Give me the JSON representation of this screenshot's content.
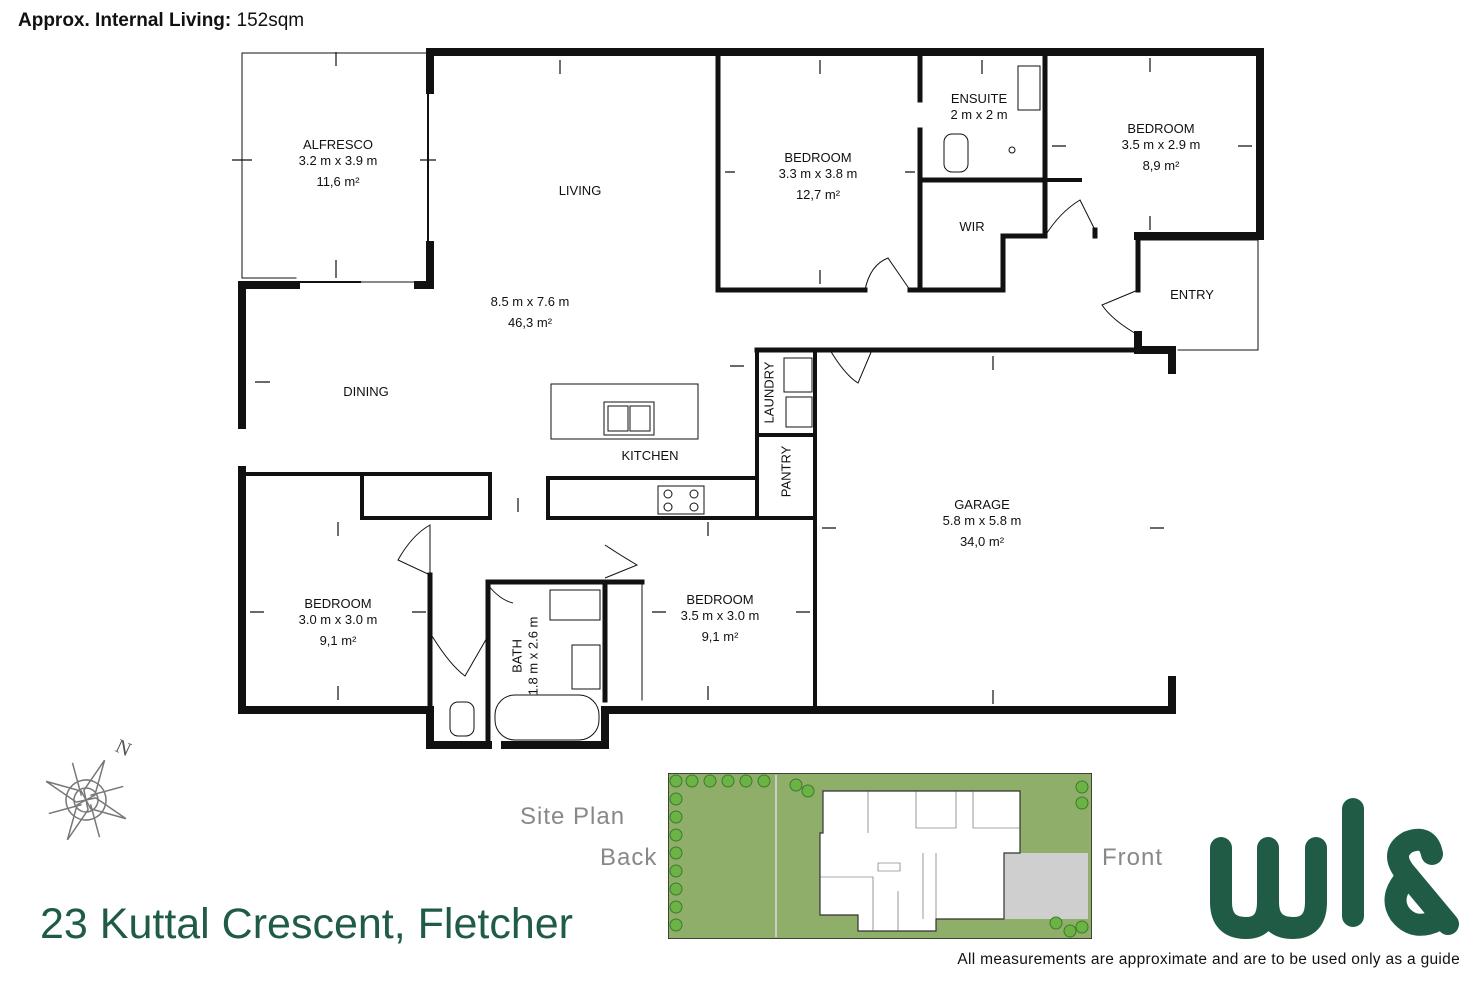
{
  "header": {
    "label": "Approx. Internal Living:",
    "value": "152sqm"
  },
  "rooms": {
    "alfresco": {
      "name": "ALFRESCO",
      "dims": "3.2 m x 3.9 m",
      "area": "11,6 m²"
    },
    "living": {
      "name": "LIVING",
      "dims": "8.5 m x 7.6 m",
      "area": "46,3 m²"
    },
    "dining": {
      "name": "DINING"
    },
    "kitchen": {
      "name": "KITCHEN"
    },
    "bedroom_master": {
      "name": "BEDROOM",
      "dims": "3.3 m x 3.8 m",
      "area": "12,7 m²"
    },
    "ensuite": {
      "name": "ENSUITE",
      "dims": "2 m x 2 m"
    },
    "wir": {
      "name": "WIR"
    },
    "bedroom_front": {
      "name": "BEDROOM",
      "dims": "3.5 m x 2.9 m",
      "area": "8,9 m²"
    },
    "entry": {
      "name": "ENTRY"
    },
    "laundry": {
      "name": "LAUNDRY"
    },
    "pantry": {
      "name": "PANTRY"
    },
    "garage": {
      "name": "GARAGE",
      "dims": "5.8 m x 5.8 m",
      "area": "34,0 m²"
    },
    "bedroom_back": {
      "name": "BEDROOM",
      "dims": "3.0 m x 3.0 m",
      "area": "9,1 m²"
    },
    "bath": {
      "name": "BATH",
      "dims": "1.8 m x 2.6 m"
    },
    "bedroom_mid": {
      "name": "BEDROOM",
      "dims": "3.5 m x 3.0 m",
      "area": "9,1 m²"
    }
  },
  "address": "23 Kuttal Crescent, Fletcher",
  "site_plan": {
    "title": "Site Plan",
    "back": "Back",
    "front": "Front"
  },
  "compass_label": "N",
  "disclaimer": "All measurements are approximate and are to be used only as a guide",
  "colors": {
    "wall": "#111111",
    "brand": "#1f5b45",
    "lawn": "#8fae6a",
    "garden": "#6bb344",
    "muted": "#888888"
  }
}
